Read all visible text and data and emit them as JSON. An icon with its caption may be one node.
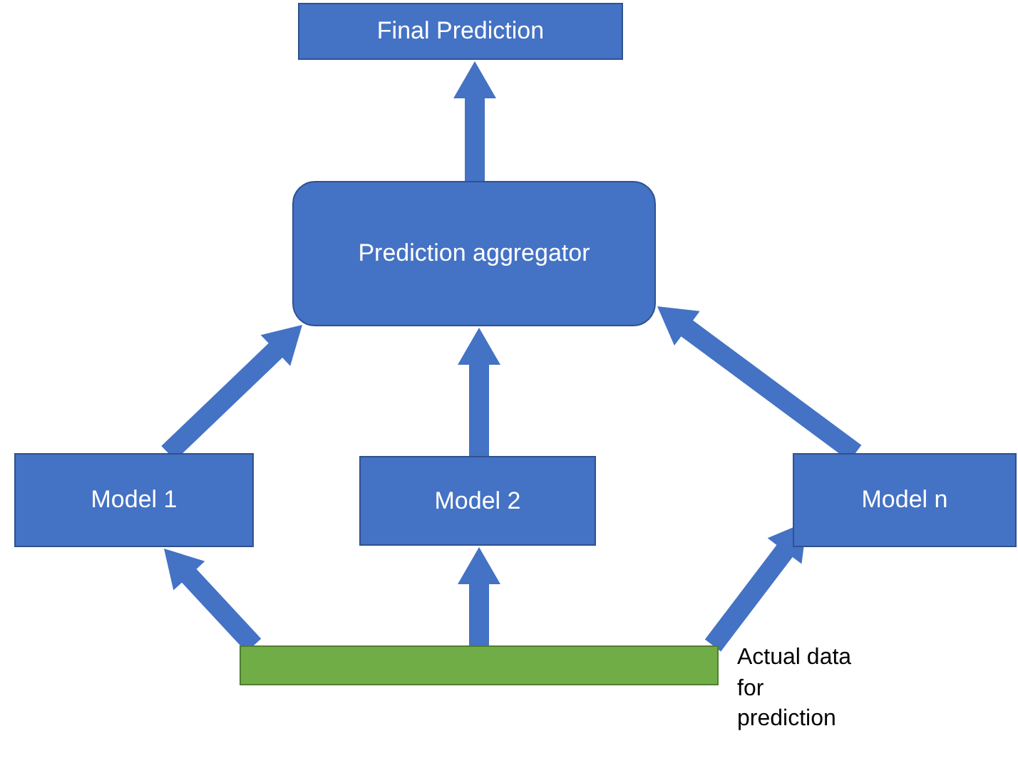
{
  "diagram": {
    "nodes": [
      {
        "text": [
          "Final Prediction"
        ]
      },
      {
        "text": [
          "Prediction aggregator"
        ]
      },
      {
        "text": [
          "Model 1"
        ]
      },
      {
        "text": [
          "Model 2"
        ]
      },
      {
        "text": [
          "Model n"
        ]
      },
      {
        "text": [],
        "shape": "bar",
        "beside": [
          "Actual data for prediction"
        ]
      }
    ],
    "edges": [
      {
        "from": 5,
        "to": 2,
        "arrow": "to",
        "style": "thick"
      },
      {
        "from": 5,
        "to": 3,
        "arrow": "to",
        "style": "thick"
      },
      {
        "from": 5,
        "to": 4,
        "arrow": "to",
        "style": "thick"
      },
      {
        "from": 2,
        "to": 1,
        "arrow": "to",
        "style": "thick"
      },
      {
        "from": 3,
        "to": 1,
        "arrow": "to",
        "style": "thick"
      },
      {
        "from": 4,
        "to": 1,
        "arrow": "to",
        "style": "thick"
      },
      {
        "from": 1,
        "to": 0,
        "arrow": "to",
        "style": "thick"
      }
    ]
  }
}
